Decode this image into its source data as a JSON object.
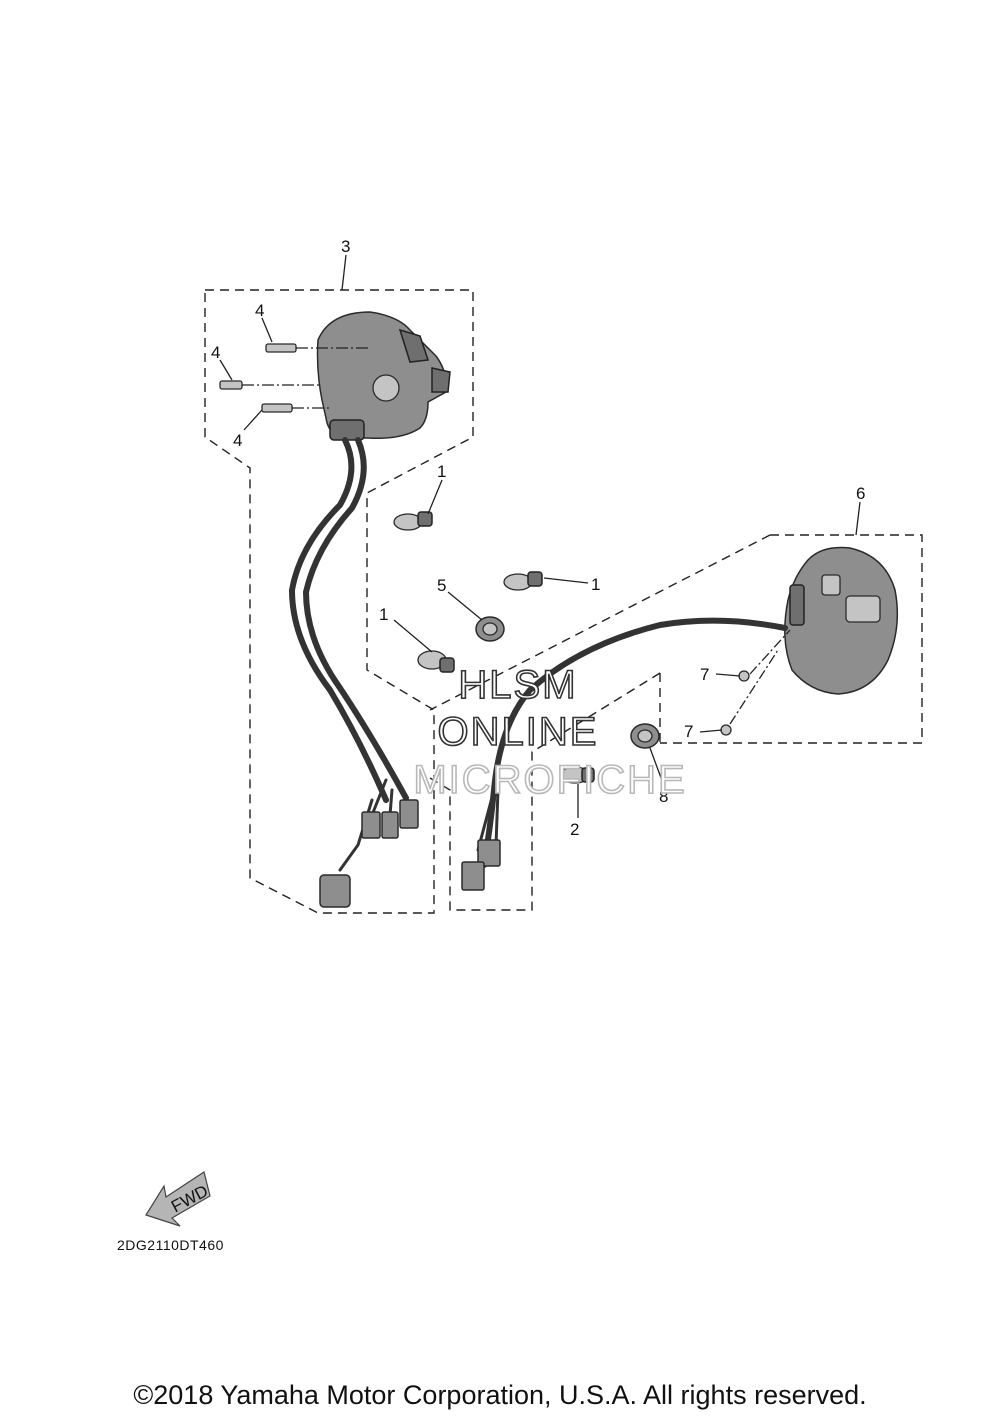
{
  "callouts": {
    "c3": "3",
    "c4a": "4",
    "c4b": "4",
    "c4c": "4",
    "c1a": "1",
    "c1b": "1",
    "c1c": "1",
    "c5": "5",
    "c6": "6",
    "c7a": "7",
    "c7b": "7",
    "c8": "8",
    "c2": "2"
  },
  "watermark": {
    "line1": "HLSM",
    "line2": "ONLINE",
    "line3": "MICROFICHE"
  },
  "fwd_label": "FWD",
  "diagram_code": "2DG2110DT460",
  "copyright": "©2018 Yamaha Motor Corporation, U.S.A. All rights reserved."
}
